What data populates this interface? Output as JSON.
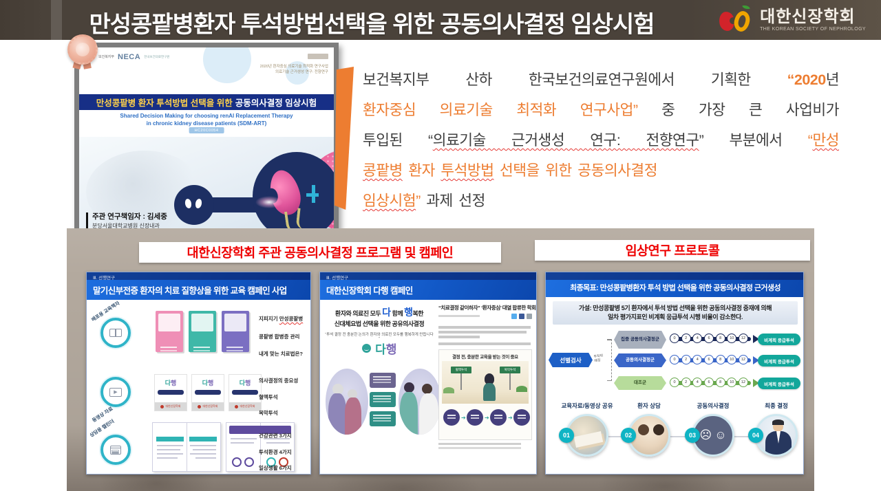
{
  "header": {
    "title": "만성콩팥병환자 투석방법선택을 위한 공동의사결정 임상시험",
    "logo": {
      "org_ko": "대한신장학회",
      "org_en": "THE KOREAN SOCIETY OF NEPHROLOGY"
    }
  },
  "poster": {
    "gov": "보건복지부",
    "neca": "NECA",
    "neca_sub": "한국보건의료연구원",
    "program_line1": "2020년 환자중심 의료기술 최적화 연구사업",
    "program_line2": "의료기술 근거생성 연구: 전향연구",
    "title_highlight": "만성콩팥병 환자 투석방법 선택을 위한",
    "title_rest": "공동의사결정 임상시험",
    "subtitle_en_1": "Shared Decision Making for choosing renAl Replacement Therapy",
    "subtitle_en_2": "in chronic kidney disease patients (SDM-ART)",
    "code": "HC20C0054",
    "pi": "주관 연구책임자 : 김세중",
    "affiliation": "분당서울대학교병원 신장내과"
  },
  "intro": {
    "lines": [
      [
        {
          "t": "보건복지부 산하 한국보건의료연구원에서 기획한 ",
          "s": "dark"
        },
        {
          "t": "“2020",
          "s": "orange-bold"
        },
        {
          "t": "년",
          "s": "dark"
        }
      ],
      [
        {
          "t": "환자중심 의료기술 최적화 연구사업”",
          "s": "orange"
        },
        {
          "t": " 중 가장 큰 사업비가",
          "s": "dark"
        }
      ],
      [
        {
          "t": "투입된 “",
          "s": "dark"
        },
        {
          "t": "의료기술 근거생성 연구: 전향연구",
          "s": "dark-wavy"
        },
        {
          "t": "” 부분에서 ",
          "s": "dark"
        },
        {
          "t": "“",
          "s": "orange"
        },
        {
          "t": "만성",
          "s": "orange-wavy"
        }
      ],
      [
        {
          "t": "콩팥병",
          "s": "orange-wavy"
        },
        {
          "t": " 환자 ",
          "s": "orange"
        },
        {
          "t": "투석방법",
          "s": "orange-wavy"
        },
        {
          "t": " 선택을 위한 공동의사결정",
          "s": "orange"
        }
      ],
      [
        {
          "t": "임상시험",
          "s": "orange-wavy"
        },
        {
          "t": "”",
          "s": "orange"
        },
        {
          "t": " 과제 선정",
          "s": "dark"
        }
      ]
    ]
  },
  "panel": {
    "label_left": "대한신장학회 주관 공동의사결정 프로그램 및 캠페인",
    "label_right": "임상연구 프로토콜",
    "thumb1": {
      "tag": "Ⅲ. 선행연구",
      "title": "말기신부전증 환자의 치료 질향상을 위한 교육 캠페인 사업",
      "row1_label": "배포용 교육책자",
      "row2_label": "동영상 자료",
      "row3_label": "상담용 캘린더",
      "notes1": [
        "지피지기 ",
        "만성콩팥병",
        "콩팥병 합병증 관리",
        "내게 맞는 치료법은?"
      ],
      "notes2": [
        "의사결정의 중요성",
        "혈액투석",
        "복막투석"
      ],
      "notes3": [
        "건강관련 3가지",
        "투석환경 4가지",
        "일상생활 6가지"
      ],
      "brand_c1": "다",
      "brand_c2": "행",
      "video_org": "대한신장학회"
    },
    "thumb2": {
      "tag": "Ⅲ. 선행연구",
      "title": "대한신장학회 다행 캠페인",
      "slogan_p1": "환자와 의료진 모두 ",
      "slogan_em1": "다",
      "slogan_p2": " 함께 ",
      "slogan_em2": "행",
      "slogan_p3": "복한",
      "slogan_line2": "신대체요법 선택을 위한 공유의사결정",
      "quote": "“투석 결정 전 충분한 논의가 환자와 의료진 모두를 행복하게 만듭니다 ”",
      "brand_c1": "다",
      "brand_c2": "행",
      "news_headline": "“치료결정 같이하자” ‘환자중심’ 대열 합류한 학회",
      "figure_title": "결정 전, 충분한 교육을 받는 것이 중요",
      "sign_left": "혈액투석",
      "sign_right": "복막투석"
    },
    "thumb3": {
      "title": "최종목표: 만성콩팥병환자 투석 방법 선택을 위한 공동의사결정 근거생성",
      "hypothesis_1": "가설: 만성콩팥병 5기 환자에서 투석 방법 선택을 위한 공동의사결정 중재에 의해",
      "hypothesis_2": "일차 평가지표인 비계획 응급투석 시행 비율이 감소한다.",
      "screening": "선별검사",
      "randomization": "무작위 배정",
      "arm1": "집중 공동의사결정군",
      "arm2": "공동의사결정군",
      "arm3": "대조군",
      "timeline_values": [
        0,
        2,
        4,
        6,
        8,
        10,
        12
      ],
      "outcome": "비계획 응급투석",
      "steps": [
        {
          "num": "01",
          "label": "교육자료/동영상 공유"
        },
        {
          "num": "02",
          "label": "환자 상담"
        },
        {
          "num": "03",
          "label": "공동의사결정"
        },
        {
          "num": "04",
          "label": "최종 결정"
        }
      ]
    }
  },
  "colors": {
    "accent_orange": "#ED7D31",
    "label_red": "#EE0000",
    "header_bg": "#4A423A",
    "thumb_header_blue": "#1258C6",
    "teal": "#12A79B",
    "navy": "#1C2A5A"
  }
}
